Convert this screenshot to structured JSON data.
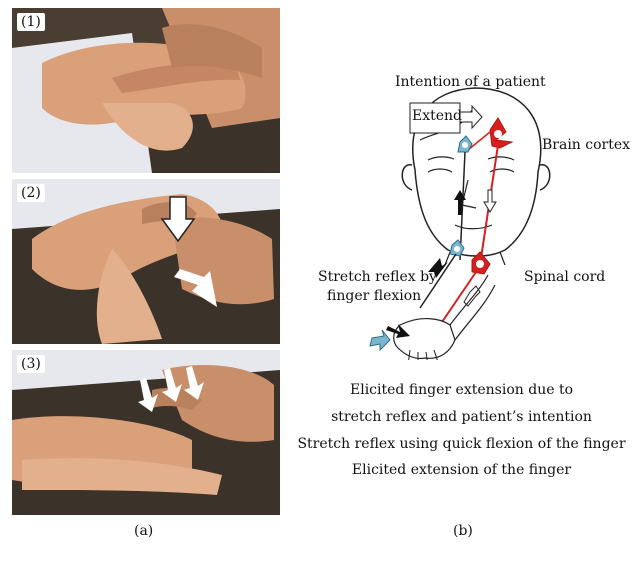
{
  "panel_a": {
    "photos": [
      {
        "label": "(1)"
      },
      {
        "label": "(2)"
      },
      {
        "label": "(3)"
      }
    ],
    "caption": "(a)"
  },
  "panel_b": {
    "intention_label": "Intention of a patient",
    "extend_label": "Extend",
    "brain_cortex_label": "Brain cortex",
    "stretch_reflex_line1": "Stretch reflex by",
    "stretch_reflex_line2": "finger flexion",
    "spinal_cord_label": "Spinal cord",
    "caption": "(b)"
  },
  "legend": [
    "Elicited finger extension due to",
    "stretch reflex and patient’s intention",
    "Stretch reflex using quick flexion of the finger",
    "Elicited extension of the finger"
  ],
  "colors": {
    "neuron_red": "#d42020",
    "neuron_blue": "#7ab7cf",
    "skin": "#d9a07a",
    "clothing": "#e8eaf0",
    "background_dark": "#5a4a3a"
  }
}
